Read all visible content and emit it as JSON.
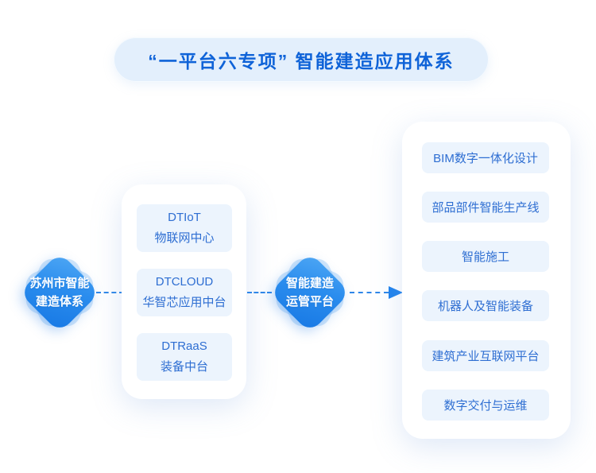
{
  "title": {
    "text": "“一平台六专项” 智能建造应用体系"
  },
  "colors": {
    "accent_blue": "#1778e4",
    "title_text": "#0f63d8",
    "item_text": "#2e6ed2",
    "pill_bg": "#e3effc",
    "item_bg": "#ecf4fd",
    "diamond_gradient_from": "#4ea7f4",
    "diamond_gradient_to": "#1778e4",
    "connector": "#2f87e8"
  },
  "nodes": {
    "system": {
      "line1": "苏州市智能",
      "line2": "建造体系"
    },
    "platform": {
      "line1": "智能建造",
      "line2": "运管平台"
    }
  },
  "platform_group": {
    "items": [
      {
        "line1": "DTIoT",
        "line2": "物联网中心"
      },
      {
        "line1": "DTCLOUD",
        "line2": "华智芯应用中台"
      },
      {
        "line1": "DTRaaS",
        "line2": "装备中台"
      }
    ]
  },
  "applications_group": {
    "items": [
      {
        "label": "BIM数字一体化设计"
      },
      {
        "label": "部品部件智能生产线"
      },
      {
        "label": "智能施工"
      },
      {
        "label": "机器人及智能装备"
      },
      {
        "label": "建筑产业互联网平台"
      },
      {
        "label": "数字交付与运维"
      }
    ]
  }
}
